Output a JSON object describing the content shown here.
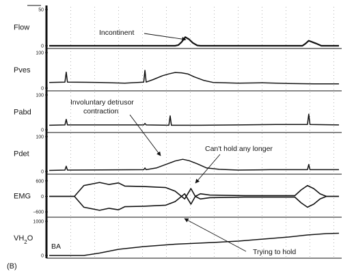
{
  "figure_label": "(B)",
  "chart_data": {
    "type": "line",
    "channels": [
      {
        "id": "flow",
        "label": "Flow",
        "ticks": [
          "50",
          "0"
        ],
        "ylim": [
          0,
          50
        ],
        "series": [
          [
            0,
            0
          ],
          [
            200,
            0
          ],
          [
            205,
            1
          ],
          [
            210,
            5
          ],
          [
            216,
            12
          ],
          [
            222,
            9
          ],
          [
            228,
            4
          ],
          [
            235,
            0.5
          ],
          [
            240,
            0
          ],
          [
            402,
            0
          ],
          [
            407,
            3
          ],
          [
            412,
            7
          ],
          [
            418,
            5
          ],
          [
            424,
            3
          ],
          [
            432,
            0
          ],
          [
            460,
            0
          ]
        ]
      },
      {
        "id": "pves",
        "label": "Pves",
        "ticks": [
          "100",
          "0"
        ],
        "ylim": [
          0,
          100
        ],
        "series": [
          [
            0,
            16
          ],
          [
            25,
            17
          ],
          [
            27,
            45
          ],
          [
            29,
            17
          ],
          [
            80,
            16
          ],
          [
            120,
            14
          ],
          [
            150,
            17
          ],
          [
            152,
            50
          ],
          [
            154,
            17
          ],
          [
            165,
            24
          ],
          [
            180,
            35
          ],
          [
            190,
            40
          ],
          [
            200,
            44
          ],
          [
            210,
            43
          ],
          [
            220,
            40
          ],
          [
            230,
            32
          ],
          [
            245,
            22
          ],
          [
            260,
            16
          ],
          [
            300,
            14
          ],
          [
            340,
            15
          ],
          [
            380,
            13
          ],
          [
            420,
            12
          ],
          [
            460,
            12
          ]
        ]
      },
      {
        "id": "pabd",
        "label": "Pabd",
        "ticks": [
          "100",
          "0"
        ],
        "ylim": [
          0,
          100
        ],
        "series": [
          [
            0,
            13
          ],
          [
            25,
            14
          ],
          [
            27,
            30
          ],
          [
            29,
            14
          ],
          [
            100,
            14
          ],
          [
            150,
            14
          ],
          [
            152,
            18
          ],
          [
            154,
            14
          ],
          [
            190,
            13
          ],
          [
            192,
            40
          ],
          [
            194,
            13
          ],
          [
            240,
            13
          ],
          [
            300,
            14
          ],
          [
            360,
            15
          ],
          [
            410,
            15
          ],
          [
            412,
            45
          ],
          [
            414,
            15
          ],
          [
            460,
            14
          ]
        ]
      },
      {
        "id": "pdet",
        "label": "Pdet",
        "ticks": [
          "100",
          "0"
        ],
        "ylim": [
          0,
          100
        ],
        "series": [
          [
            0,
            3
          ],
          [
            25,
            4
          ],
          [
            27,
            15
          ],
          [
            29,
            4
          ],
          [
            150,
            5
          ],
          [
            152,
            10
          ],
          [
            154,
            5
          ],
          [
            170,
            10
          ],
          [
            185,
            20
          ],
          [
            200,
            30
          ],
          [
            212,
            35
          ],
          [
            222,
            31
          ],
          [
            235,
            22
          ],
          [
            250,
            10
          ],
          [
            270,
            6
          ],
          [
            300,
            4
          ],
          [
            350,
            5
          ],
          [
            410,
            5
          ],
          [
            412,
            20
          ],
          [
            414,
            5
          ],
          [
            460,
            5
          ]
        ]
      },
      {
        "id": "emg",
        "label": "EMG",
        "ticks": [
          "600",
          "0",
          "−600"
        ],
        "ylim": [
          -700,
          700
        ],
        "series": [
          [
            0,
            0
          ],
          [
            40,
            0
          ],
          [
            55,
            420
          ],
          [
            80,
            540
          ],
          [
            95,
            460
          ],
          [
            110,
            520
          ],
          [
            120,
            400
          ],
          [
            150,
            380
          ],
          [
            170,
            360
          ],
          [
            185,
            340
          ],
          [
            200,
            200
          ],
          [
            215,
            -100
          ],
          [
            225,
            300
          ],
          [
            232,
            0
          ],
          [
            240,
            100
          ],
          [
            255,
            50
          ],
          [
            310,
            30
          ],
          [
            390,
            30
          ],
          [
            400,
            250
          ],
          [
            410,
            420
          ],
          [
            420,
            300
          ],
          [
            430,
            100
          ],
          [
            440,
            0
          ],
          [
            460,
            0
          ]
        ]
      },
      {
        "id": "vh2o",
        "label": "VH",
        "label_sub": "2",
        "label_end": "O",
        "ticks": [
          "1000",
          "0"
        ],
        "ylim": [
          0,
          1000
        ],
        "series": [
          [
            0,
            0
          ],
          [
            55,
            0
          ],
          [
            80,
            70
          ],
          [
            110,
            180
          ],
          [
            150,
            260
          ],
          [
            200,
            330
          ],
          [
            260,
            380
          ],
          [
            300,
            420
          ],
          [
            340,
            480
          ],
          [
            380,
            540
          ],
          [
            410,
            600
          ],
          [
            440,
            640
          ],
          [
            460,
            650
          ]
        ]
      }
    ],
    "annotations": [
      {
        "id": "incontinent",
        "text": "Incontinent"
      },
      {
        "id": "involuntary_l1",
        "text": "Involuntary detrusor"
      },
      {
        "id": "involuntary_l2",
        "text": "contraction"
      },
      {
        "id": "cant_hold",
        "text": "Can't hold any longer"
      },
      {
        "id": "trying_hold",
        "text": "Trying to hold"
      },
      {
        "id": "ba",
        "text": "BA"
      }
    ],
    "grid": true
  }
}
